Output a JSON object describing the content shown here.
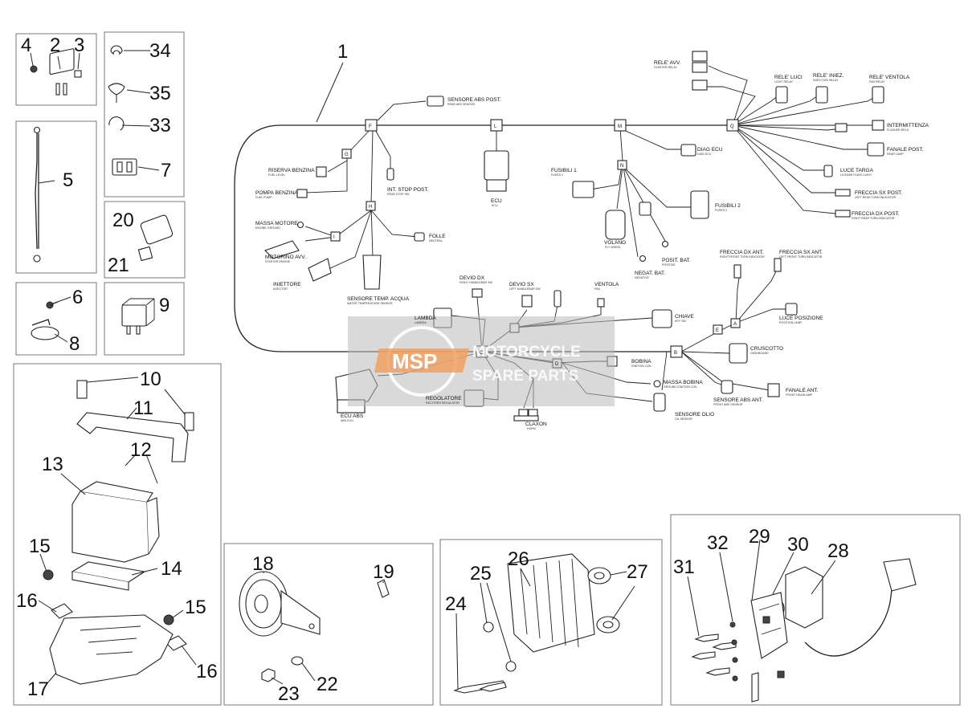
{
  "callouts": [
    "1",
    "2",
    "3",
    "4",
    "5",
    "6",
    "7",
    "8",
    "9",
    "10",
    "11",
    "12",
    "13",
    "14",
    "15",
    "16",
    "17",
    "18",
    "19",
    "20",
    "21",
    "22",
    "23",
    "24",
    "25",
    "26",
    "27",
    "28",
    "29",
    "30",
    "31",
    "32",
    "33",
    "34",
    "35"
  ],
  "labels": {
    "sensore_abs_post": "SENSORE ABS POST.",
    "sensore_abs_post_sub": "REAR ABS SENSOR",
    "rele_avv": "RELE' AVV.",
    "rele_avv_sub": "STARTER RELAY",
    "rele_luci": "RELE' LUCI",
    "rele_luci_sub": "LIGHT RELAY",
    "rele_iniez": "RELE' INIEZ.",
    "rele_iniez_sub": "INJECTION RELAY",
    "rele_ventola": "RELE' VENTOLA",
    "rele_ventola_sub": "FAN RELAY",
    "intermittenza": "INTERMITTENZA",
    "intermittenza_sub": "FLASHER RELA",
    "fanale_post": "FANALE POST.",
    "fanale_post_sub": "REAR LAMP",
    "luce_targa": "LUCE TARGA",
    "luce_targa_sub": "LICENSE PLATE LIGHT",
    "freccia_sx_post": "FRECCIA SX POST.",
    "freccia_sx_post_sub": "LEFT REAR TURN INDICATOR",
    "freccia_dx_post": "FRECCIA DX POST.",
    "freccia_dx_post_sub": "RIGHT REAR TURN INDICATOR",
    "diag_ecu": "DIAG ECU",
    "diag_ecu_sub": "DIAG ECU",
    "fusibili_1": "FUSIBILI 1",
    "fusibili_1_sub": "FUSES 1",
    "fusibili_2": "FUSIBILI 2",
    "fusibili_2_sub": "FUSES 2",
    "ecu": "ECU",
    "ecu_sub": "ECU",
    "volano": "VOLANO",
    "volano_sub": "FLY WHEEL",
    "negat_bat": "NEGAT. BAT.",
    "negat_bat_sub": "NEGATIVE",
    "posit_bat": "POSIT. BAT.",
    "posit_bat_sub": "POSITIVE",
    "riserva_benzina": "RISERVA BENZINA",
    "riserva_benzina_sub": "FUEL LEVEL",
    "pompa_benzina": "POMPA BENZINA",
    "pompa_benzina_sub": "FUEL PUMP",
    "int_stop_post": "INT. STOP POST.",
    "int_stop_post_sub": "REAR STOP SW",
    "massa_motore": "MASSA MOTORE",
    "massa_motore_sub": "ENGINE GROUND",
    "motorino_avv": "MOTORINO AVV.",
    "motorino_avv_sub": "STARTER ENGINE",
    "folle": "FOLLE",
    "folle_sub": "NEUTRAL",
    "iniettore": "INIETTORE",
    "iniettore_sub": "INJECTOR",
    "sensore_temp_acqua": "SENSORE TEMP. ACQUA",
    "sensore_temp_acqua_sub": "WATER TEMPERATURE SENSOR",
    "devio_dx": "DEVIO DX",
    "devio_dx_sub": "RIGHT HANDLEBAR SW",
    "devio_sx": "DEVIO SX",
    "devio_sx_sub": "LEFT HANDLEBAR SW",
    "ventola": "VENTOLA",
    "ventola_sub": "FAN",
    "lambda": "LAMBDA",
    "lambda_sub": "LAMBDA",
    "chiave": "CHIAVE",
    "chiave_sub": "KEY SW",
    "freccia_dx_ant": "FRECCIA DX ANT.",
    "freccia_dx_ant_sub": "RIGHT FRONT TURN INDICATOR",
    "freccia_sx_ant": "FRECCIA SX ANT.",
    "freccia_sx_ant_sub": "LEFT FRONT TURN INDICATOR",
    "luce_posizione": "LUCE POSIZIONE",
    "luce_posizione_sub": "POSITION LAMP",
    "cruscotto": "CRUSCOTTO",
    "cruscotto_sub": "DASHBOARD",
    "bobina": "BOBINA",
    "bobina_sub": "IGNITION COIL",
    "massa_bobina": "MASSA BOBINA",
    "massa_bobina_sub": "GROUND IGNITION COIL",
    "fanale_ant": "FANALE ANT.",
    "fanale_ant_sub": "FRONT HEADLAMP",
    "sensore_abs_ant": "SENSORE ABS ANT.",
    "sensore_abs_ant_sub": "FRONT ABS SENSOR",
    "sensore_olio": "SENSORE OLIO",
    "sensore_olio_sub": "OIL SENSOR",
    "regolatore": "REGOLATORE",
    "regolatore_sub": "RECTIFIER REGULATOR",
    "claxon": "CLAXON",
    "claxon_sub": "HORN",
    "ecu_abs": "ECU ABS",
    "ecu_abs_sub": "ABS ECU"
  },
  "connector_letters": [
    "F",
    "L",
    "M",
    "G",
    "H",
    "I",
    "N",
    "Q",
    "B",
    "D",
    "C",
    "A",
    "E"
  ],
  "watermark": {
    "logo": "MSP",
    "line1": "MOTORCYCLE",
    "line2": "SPARE PARTS"
  },
  "colors": {
    "line": "#222222",
    "panel_border": "#777777",
    "watermark_box": "#b9b9b9",
    "watermark_logo": "#f0a060"
  }
}
